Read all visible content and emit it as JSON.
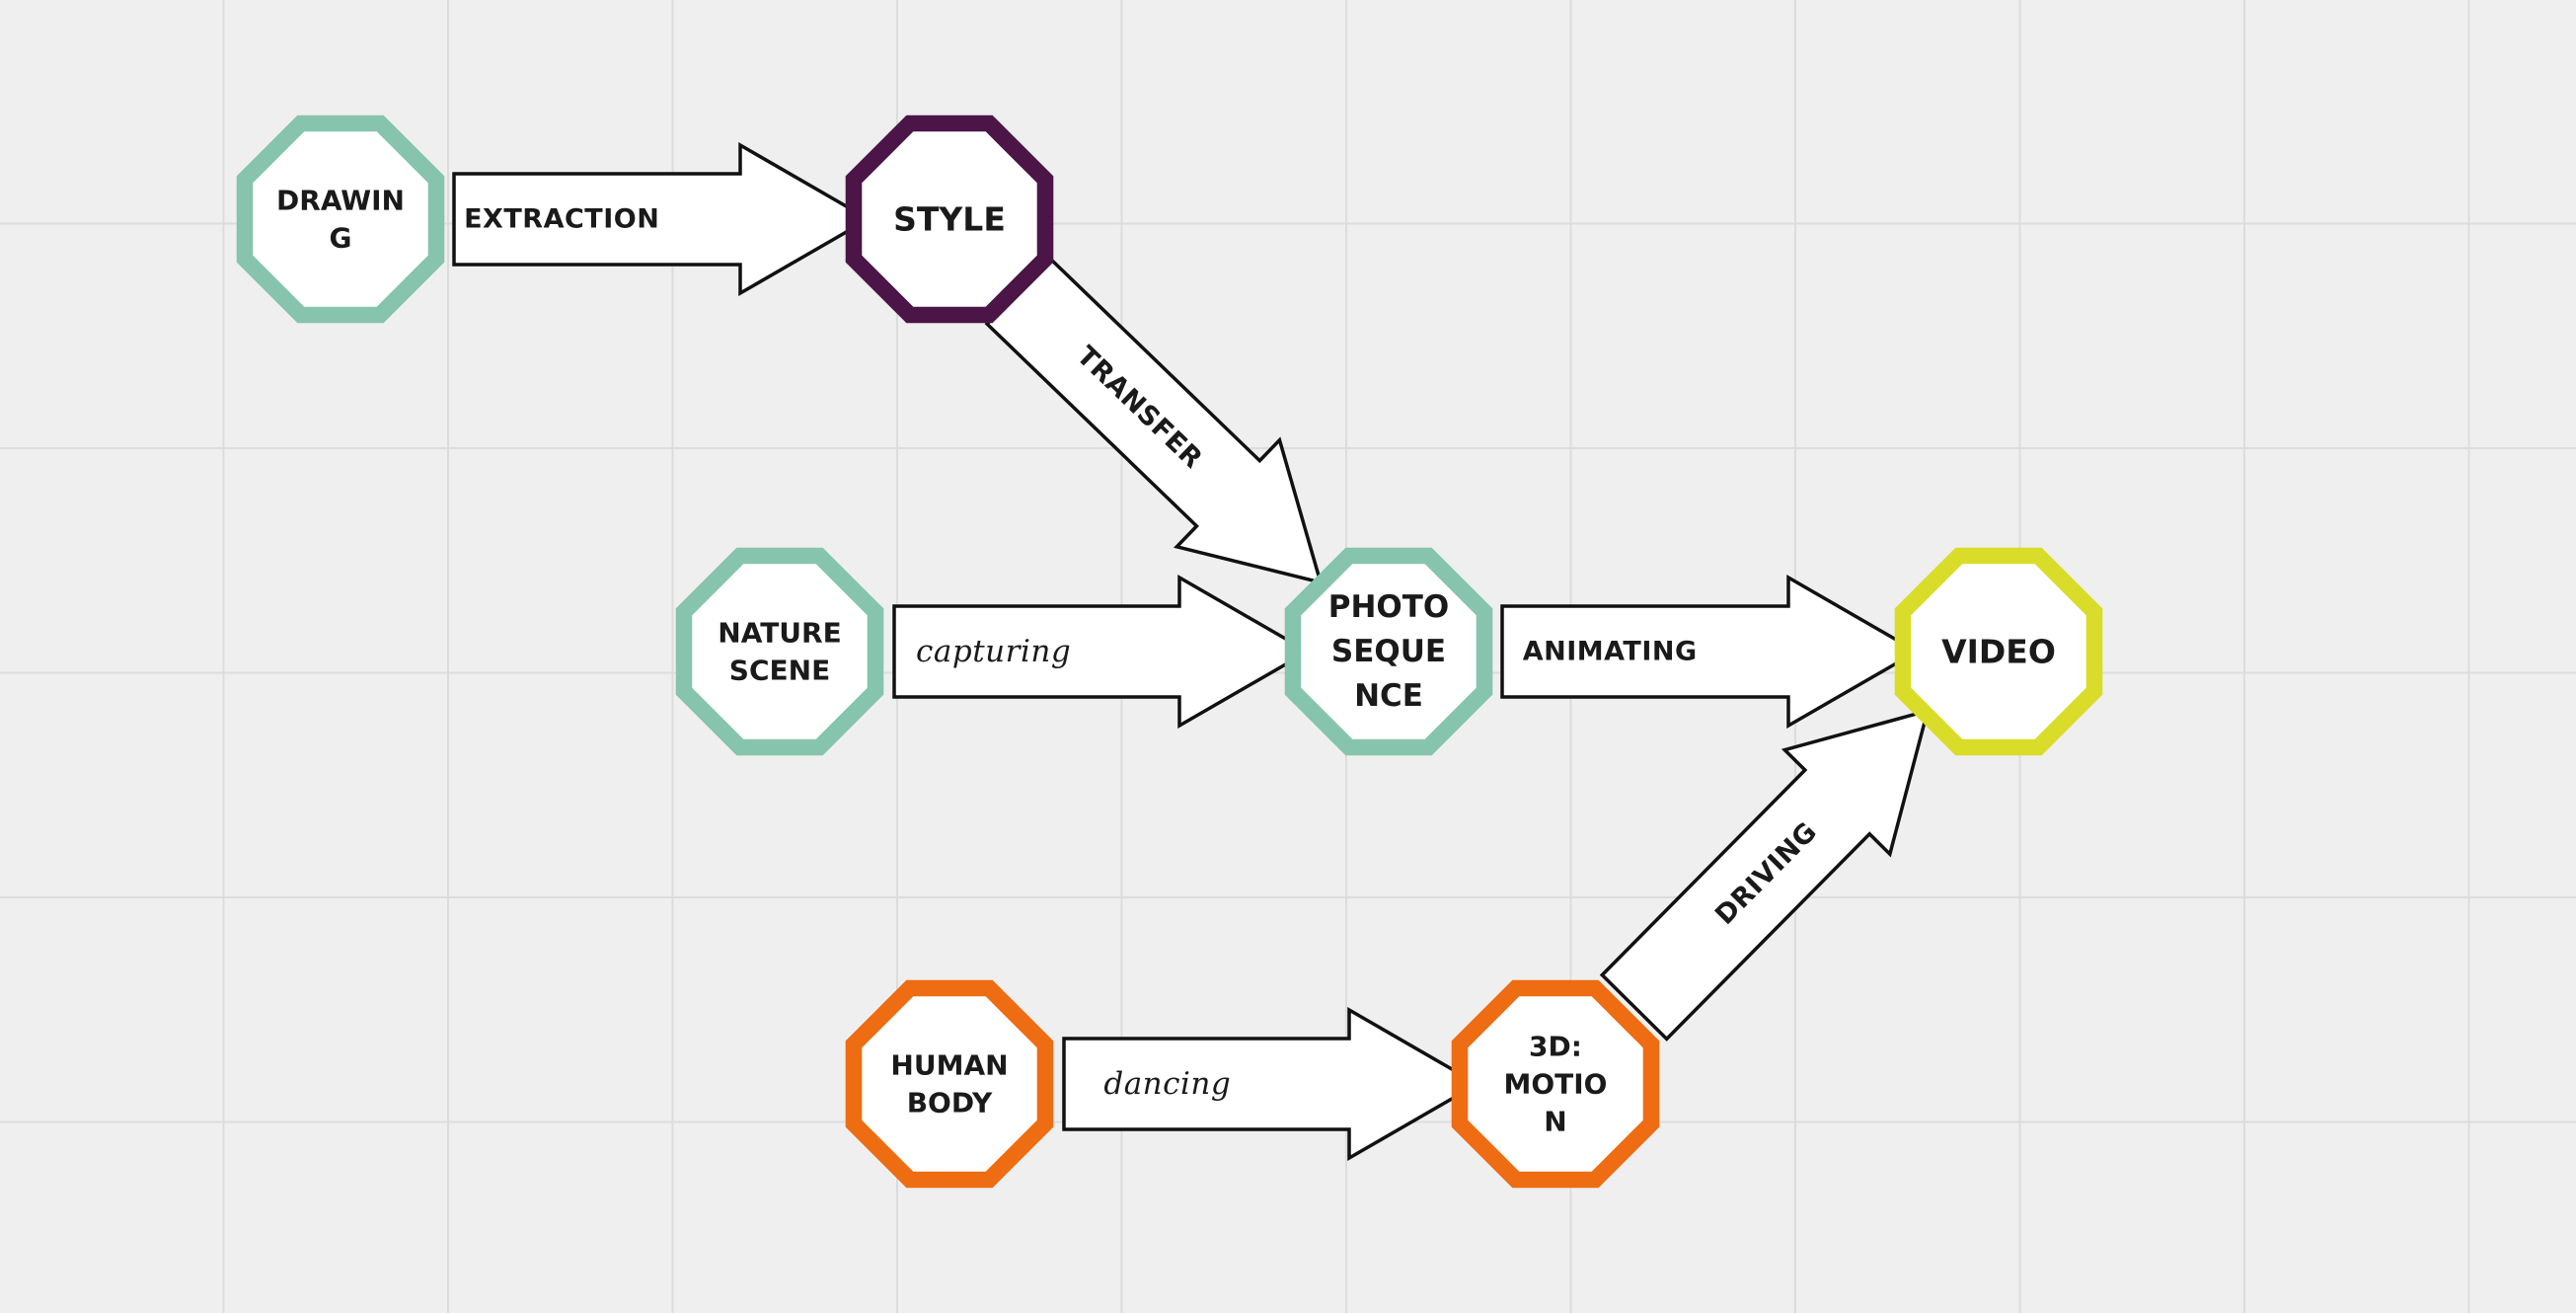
{
  "colors": {
    "background": "#efefef",
    "gridline": "#dcdcdc",
    "teal": "#86c4ad",
    "purple": "#4b1548",
    "yellow": "#d9dd29",
    "orange": "#ee6c12"
  },
  "nodes": {
    "drawing": {
      "lines": [
        "DRAWIN",
        "G"
      ],
      "color": "teal"
    },
    "style": {
      "lines": [
        "STYLE"
      ],
      "color": "purple"
    },
    "nature_scene": {
      "lines": [
        "NATURE",
        "SCENE"
      ],
      "color": "teal"
    },
    "photo_sequence": {
      "lines": [
        "PHOTO",
        "SEQUE",
        "NCE"
      ],
      "color": "teal"
    },
    "video": {
      "lines": [
        "VIDEO"
      ],
      "color": "yellow"
    },
    "human_body": {
      "lines": [
        "HUMAN",
        "BODY"
      ],
      "color": "orange"
    },
    "motion_3d": {
      "lines": [
        "3D:",
        "MOTIO",
        "N"
      ],
      "color": "orange"
    }
  },
  "edges": {
    "extraction": {
      "label": "EXTRACTION",
      "from": "drawing",
      "to": "style"
    },
    "transfer": {
      "label": "TRANSFER",
      "from": "style",
      "to": "photo_sequence"
    },
    "capturing": {
      "label": "capturing",
      "from": "nature_scene",
      "to": "photo_sequence"
    },
    "animating": {
      "label": "ANIMATING",
      "from": "photo_sequence",
      "to": "video"
    },
    "dancing": {
      "label": "dancing",
      "from": "human_body",
      "to": "motion_3d"
    },
    "driving": {
      "label": "DRIVING",
      "from": "motion_3d",
      "to": "video"
    }
  }
}
